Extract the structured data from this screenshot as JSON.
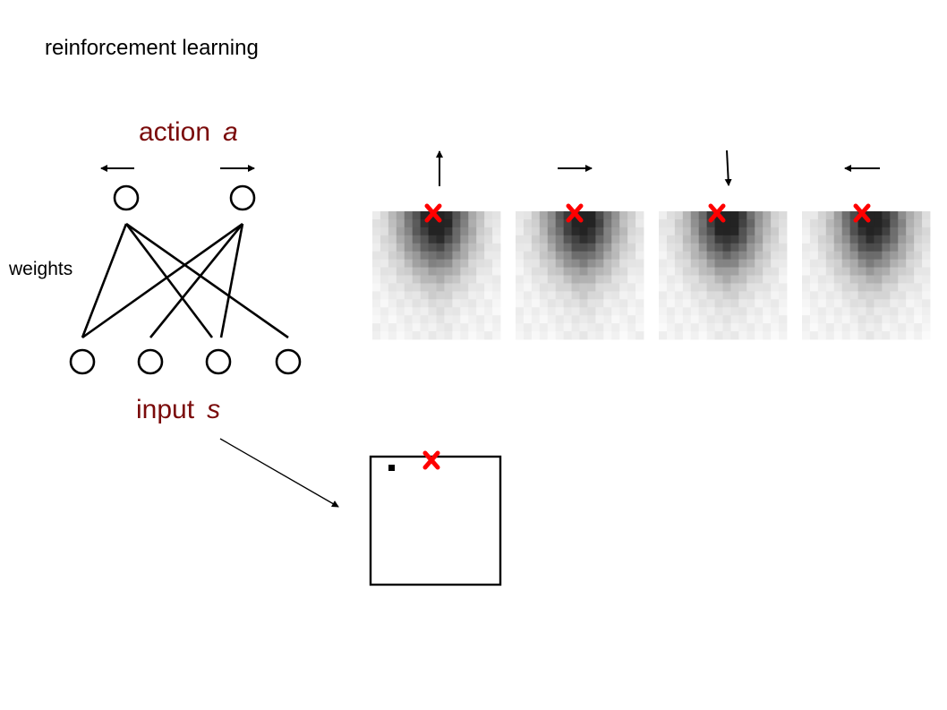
{
  "title": "reinforcement learning",
  "weights_label": "weights",
  "action_label": {
    "word": "action",
    "var": "a"
  },
  "input_label": {
    "word": "input",
    "var": "s"
  },
  "network": {
    "output_units": 2,
    "input_units": 4,
    "output_directions": [
      "left",
      "right"
    ]
  },
  "weight_maps": {
    "count": 4,
    "directions": [
      "up",
      "right",
      "down",
      "left"
    ],
    "grid_size": 16
  },
  "grid_world": {
    "agent_marker": "black-square",
    "goal_marker": "red-x"
  },
  "colors": {
    "label_red": "#7a0a0a",
    "marker_red": "#ff0000",
    "line": "#000000"
  }
}
